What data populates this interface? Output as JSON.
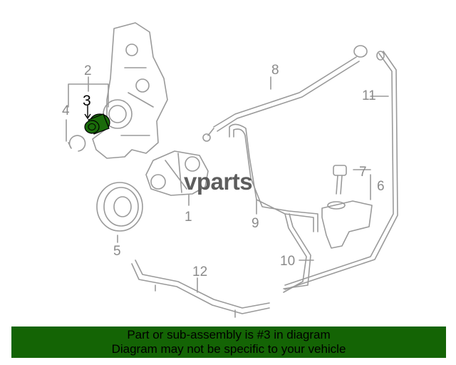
{
  "diagram": {
    "callouts": {
      "c1": "1",
      "c2": "2",
      "c3": "3",
      "c4": "4",
      "c5": "5",
      "c6": "6",
      "c7": "7",
      "c8": "8",
      "c9": "9",
      "c10": "10",
      "c11": "11",
      "c12": "12"
    },
    "highlighted_part": "3",
    "highlight_color": "#1a6b0a"
  },
  "watermark": {
    "logo_text": "vparts"
  },
  "banner": {
    "line1": "Part or sub-assembly is #3 in diagram",
    "line2": "Diagram may not be specific to your vehicle",
    "color": "#146405"
  }
}
